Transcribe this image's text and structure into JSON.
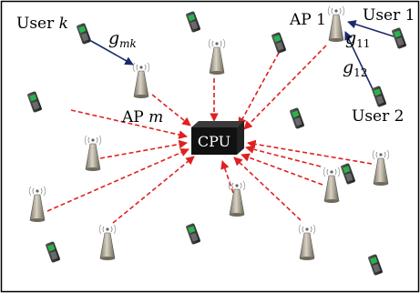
{
  "cpu": {
    "label": "CPU"
  },
  "aps": [
    {
      "label": "AP ",
      "sub": "m"
    },
    {
      "label": "AP 1"
    }
  ],
  "users": [
    {
      "label": "User ",
      "sub": "k"
    },
    {
      "label": "User 1"
    },
    {
      "label": "User 2"
    }
  ],
  "channels": [
    {
      "base": "g",
      "sub": "mk"
    },
    {
      "base": "g",
      "sub": "11"
    },
    {
      "base": "g",
      "sub": "12"
    }
  ],
  "colors": {
    "fronthaul": "#e02020",
    "access_link": "#1a2a6c",
    "cpu_box": "#111111",
    "phone_body": "#3a3a3a",
    "phone_screen": "#2bb34a"
  },
  "icons": {
    "ap": "antenna-tower-icon",
    "user": "mobile-phone-icon",
    "cpu": "cpu-box-icon"
  }
}
